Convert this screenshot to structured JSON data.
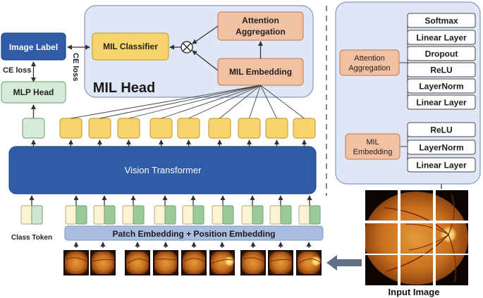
{
  "labels": {
    "image_label": "Image Label",
    "ce_loss_left": "CE loss",
    "ce_loss_vertical": "CE loss",
    "mlp_head": "MLP Head",
    "mil_classifier": "MIL Classifier",
    "attention_aggregation_line1": "Attention",
    "attention_aggregation_line2": "Aggregation",
    "mil_embedding": "MIL Embedding",
    "mil_head_title": "MIL Head",
    "vision_transformer": "Vision Transformer",
    "class_token": "Class Token",
    "patch_embedding": "Patch Embedding + Position Embedding",
    "input_image": "Input Image",
    "multiply_symbol": "⊗"
  },
  "detail_panel": {
    "attention_stack": [
      "Softmax",
      "Linear Layer",
      "Dropout",
      "ReLU",
      "LayerNorm",
      "Linear Layer"
    ],
    "attention_label_line1": "Attention",
    "attention_label_line2": "Aggregation",
    "embedding_stack": [
      "ReLU",
      "LayerNorm",
      "Linear Layer"
    ],
    "embedding_label_line1": "MIL",
    "embedding_label_line2": "Embedding"
  },
  "colors": {
    "dark_blue": "#2f5ba8",
    "panel_fill": "#dfe6f5",
    "panel_stroke": "#8597c2",
    "orange_fill": "#f2c0a3",
    "orange_stroke": "#c9876a",
    "yellow_fill": "#f9d46d",
    "yellow_stroke": "#c9a53a",
    "green_fill": "#d6ead9",
    "green_stroke": "#7caf84",
    "patch_green": "#9cc99a",
    "patch_cream": "#fbf3d3",
    "embed_bar": "#a9bde0",
    "arrow": "#5e6f86"
  }
}
